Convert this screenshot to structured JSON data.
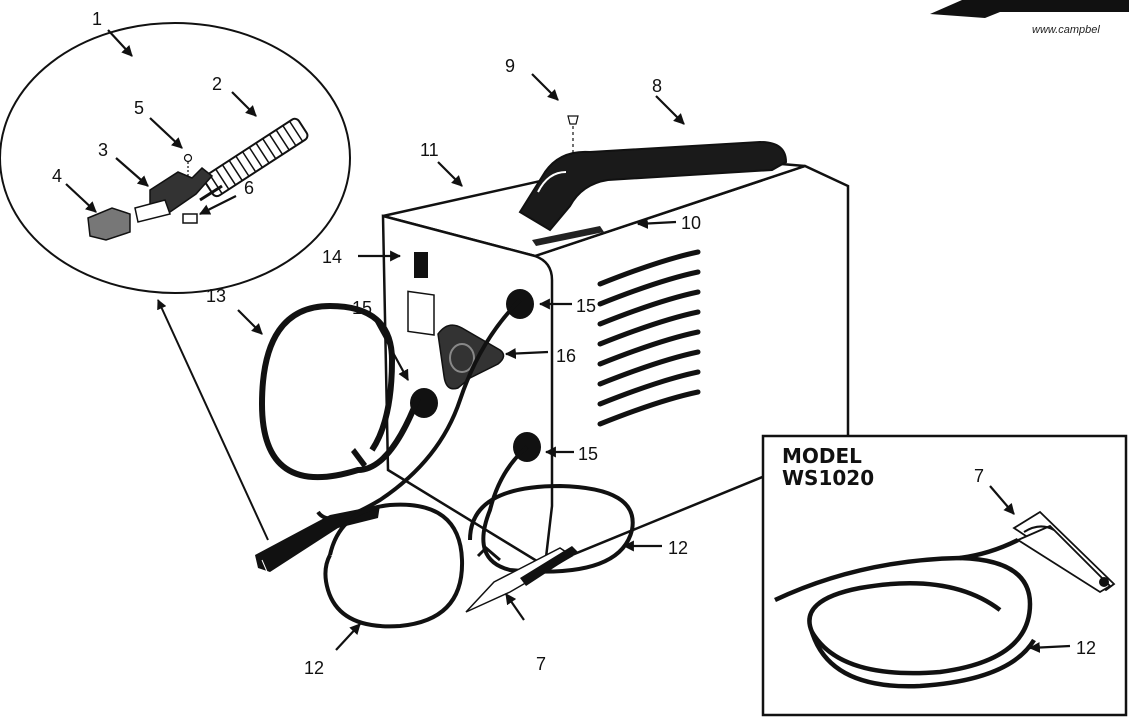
{
  "brand": {
    "url_fragment": "www.campbel"
  },
  "inset": {
    "model_label_1": "MODEL",
    "model_label_2": "WS1020"
  },
  "callouts": {
    "c1": "1",
    "c2": "2",
    "c3": "3",
    "c4": "4",
    "c5": "5",
    "c6": "6",
    "c7_main": "7",
    "c7_inset": "7",
    "c8": "8",
    "c9": "9",
    "c10": "10",
    "c11": "11",
    "c12_left": "12",
    "c12_right": "12",
    "c12_inset": "12",
    "c13": "13",
    "c14": "14",
    "c15_top": "15",
    "c15_left": "15",
    "c15_bottom": "15",
    "c16": "16"
  },
  "colors": {
    "ink": "#111111",
    "paper": "#ffffff",
    "handle": "#1a1a1a"
  }
}
